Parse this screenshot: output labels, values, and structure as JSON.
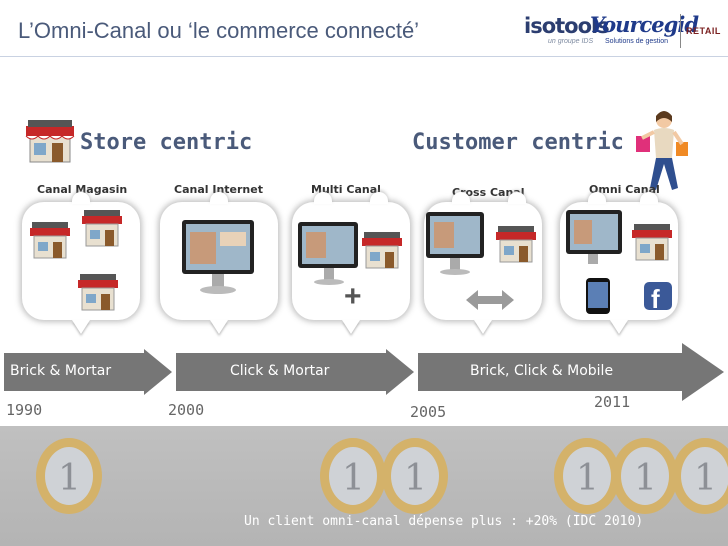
{
  "header": {
    "title": "L’Omni-Canal ou ‘le commerce connecté’",
    "logo_isotools": "isotools",
    "logo_isotools_sub": "un groupe IDS",
    "logo_yourcegid": "Yourcegid",
    "logo_yourcegid_sub": "Solutions de gestion",
    "logo_retail": "RETAIL"
  },
  "sections": {
    "store_centric": "Store centric",
    "customer_centric": "Customer centric"
  },
  "channels": [
    {
      "label": "Canal Magasin",
      "icon": "shop-icon"
    },
    {
      "label": "Canal Internet",
      "icon": "monitor-icon"
    },
    {
      "label": "Multi  Canal",
      "icon": "monitor-shop-icon"
    },
    {
      "label": "Cross Canal",
      "icon": "monitor-shop-arrows-icon"
    },
    {
      "label": "Omni Canal",
      "icon": "monitor-shop-phone-facebook-icon"
    }
  ],
  "timeline": {
    "bands": [
      "Brick & Mortar",
      "Click & Mortar",
      "Brick, Click & Mobile"
    ],
    "years": [
      "1990",
      "2000",
      "2005",
      "2011"
    ]
  },
  "footer": {
    "stat": "Un client omni-canal dépense plus : +20% (IDC 2010)"
  },
  "colors": {
    "title": "#4a5a7a",
    "band": "#767676",
    "bottom_panel": "#bababa"
  }
}
